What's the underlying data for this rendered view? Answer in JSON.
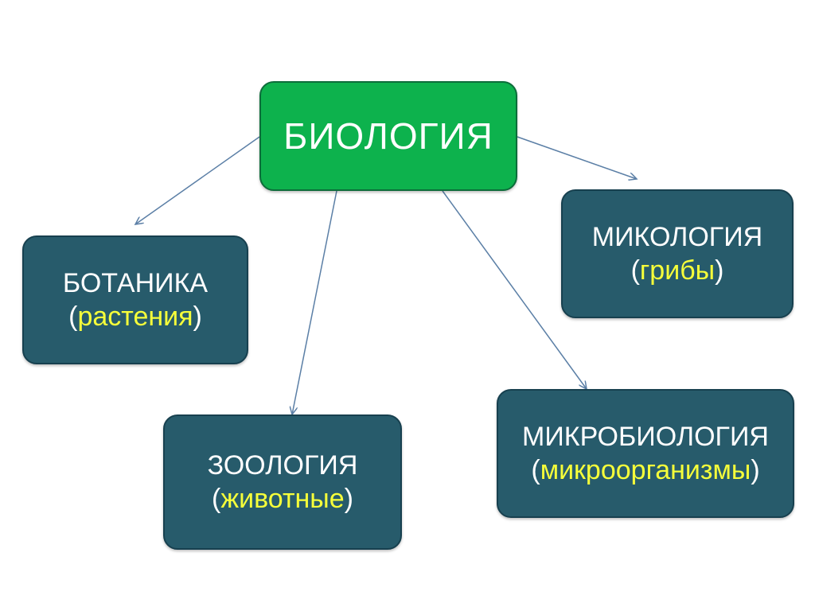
{
  "diagram": {
    "root": {
      "label": "БИОЛОГИЯ"
    },
    "branches": [
      {
        "id": "botany",
        "title": "БОТАНИКА",
        "subject": "растения"
      },
      {
        "id": "mycology",
        "title": "МИКОЛОГИЯ",
        "subject": "грибы"
      },
      {
        "id": "zoology",
        "title": "ЗООЛОГИЯ",
        "subject": "животные"
      },
      {
        "id": "microbiology",
        "title": "МИКРОБИОЛОГИЯ",
        "subject": "микроорганизмы"
      }
    ],
    "edges": [
      {
        "from": "root",
        "to": "botany"
      },
      {
        "from": "root",
        "to": "mycology"
      },
      {
        "from": "root",
        "to": "zoology"
      },
      {
        "from": "root",
        "to": "microbiology"
      }
    ],
    "colors": {
      "root_fill": "#0db24d",
      "branch_fill": "#275b6b",
      "subject_text": "#f6ff3a",
      "arrow": "#5b7fa6"
    }
  }
}
